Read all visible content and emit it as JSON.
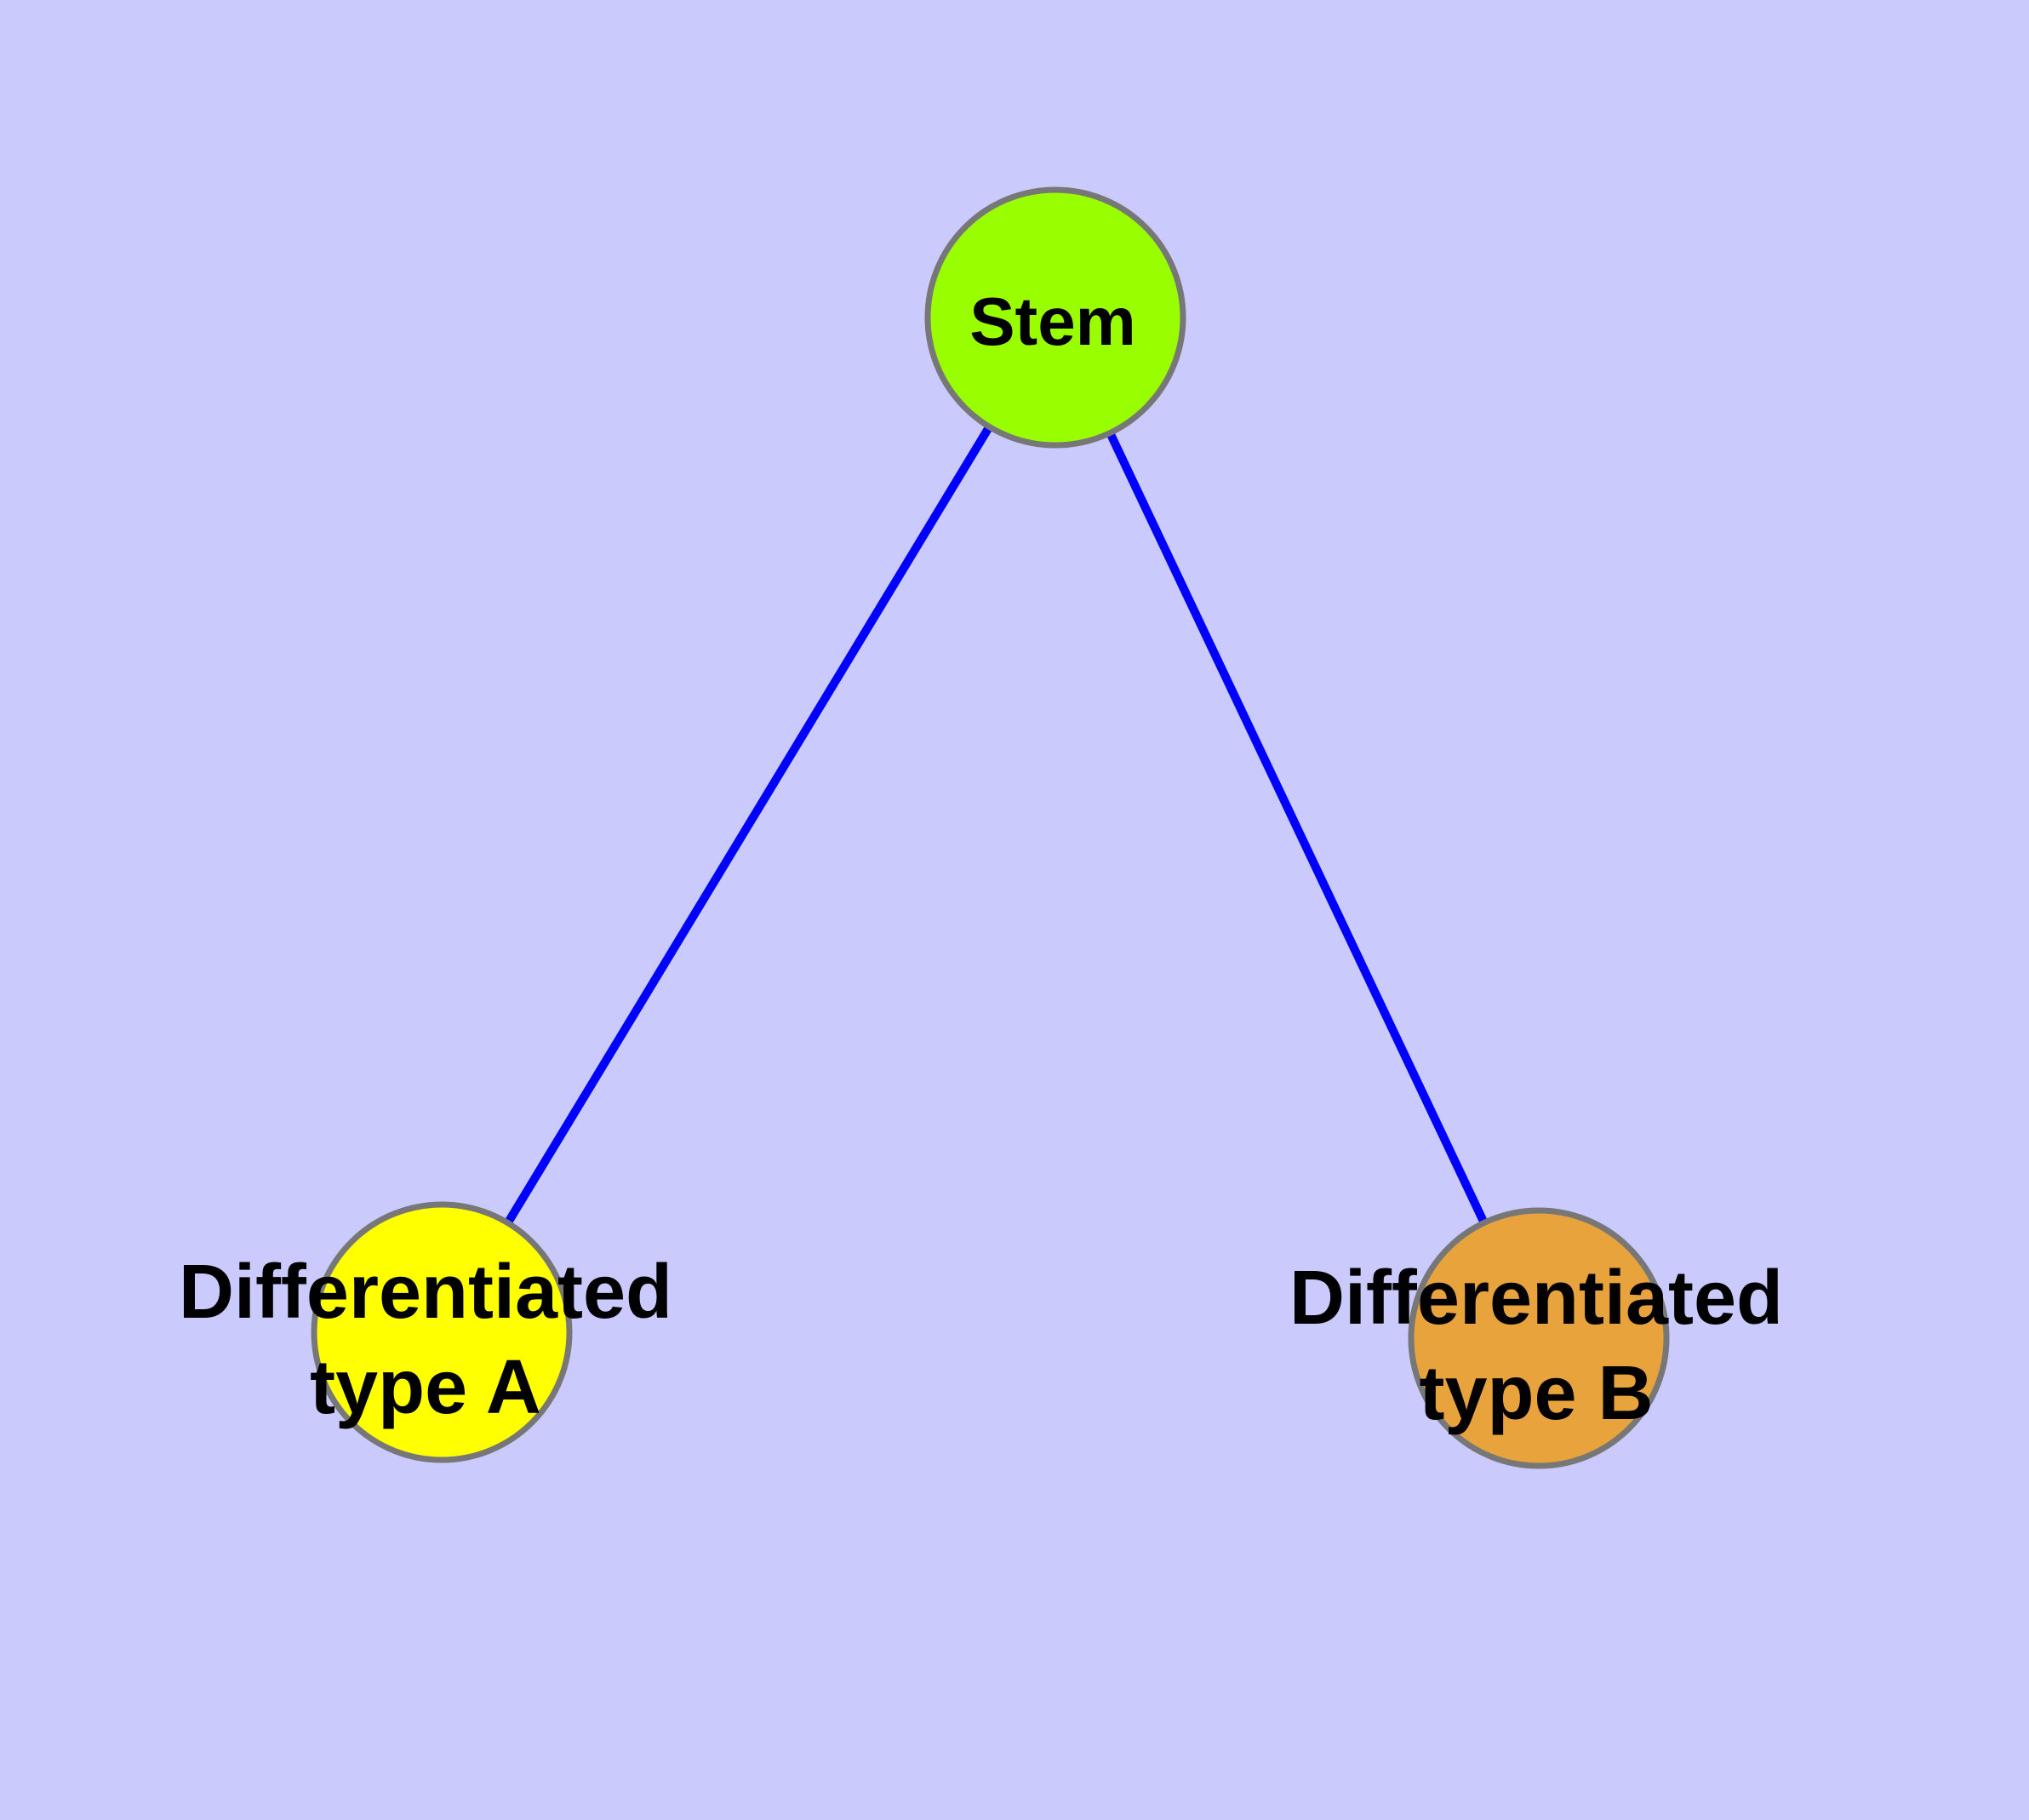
{
  "diagram": {
    "type": "graph",
    "background_color": "#cacafc",
    "label_color": "#000000",
    "nodes": [
      {
        "id": "stem",
        "label": "Stem",
        "fill": "#99ff00",
        "border_color": "#777777"
      },
      {
        "id": "differentiated-type-a",
        "label": "Differentiated type A",
        "label_line1": "Differentiated",
        "label_line2": "type A",
        "fill": "#ffff00",
        "border_color": "#777777"
      },
      {
        "id": "differentiated-type-b",
        "label": "Differentiated type B",
        "label_line1": "Differentiated",
        "label_line2": "type B",
        "fill": "#e8a33c",
        "border_color": "#777777"
      }
    ],
    "edges": [
      {
        "from": "Stem",
        "to": "Differentiated type A",
        "color": "#0000ff"
      },
      {
        "from": "Stem",
        "to": "Differentiated type B",
        "color": "#0000ff"
      }
    ]
  }
}
